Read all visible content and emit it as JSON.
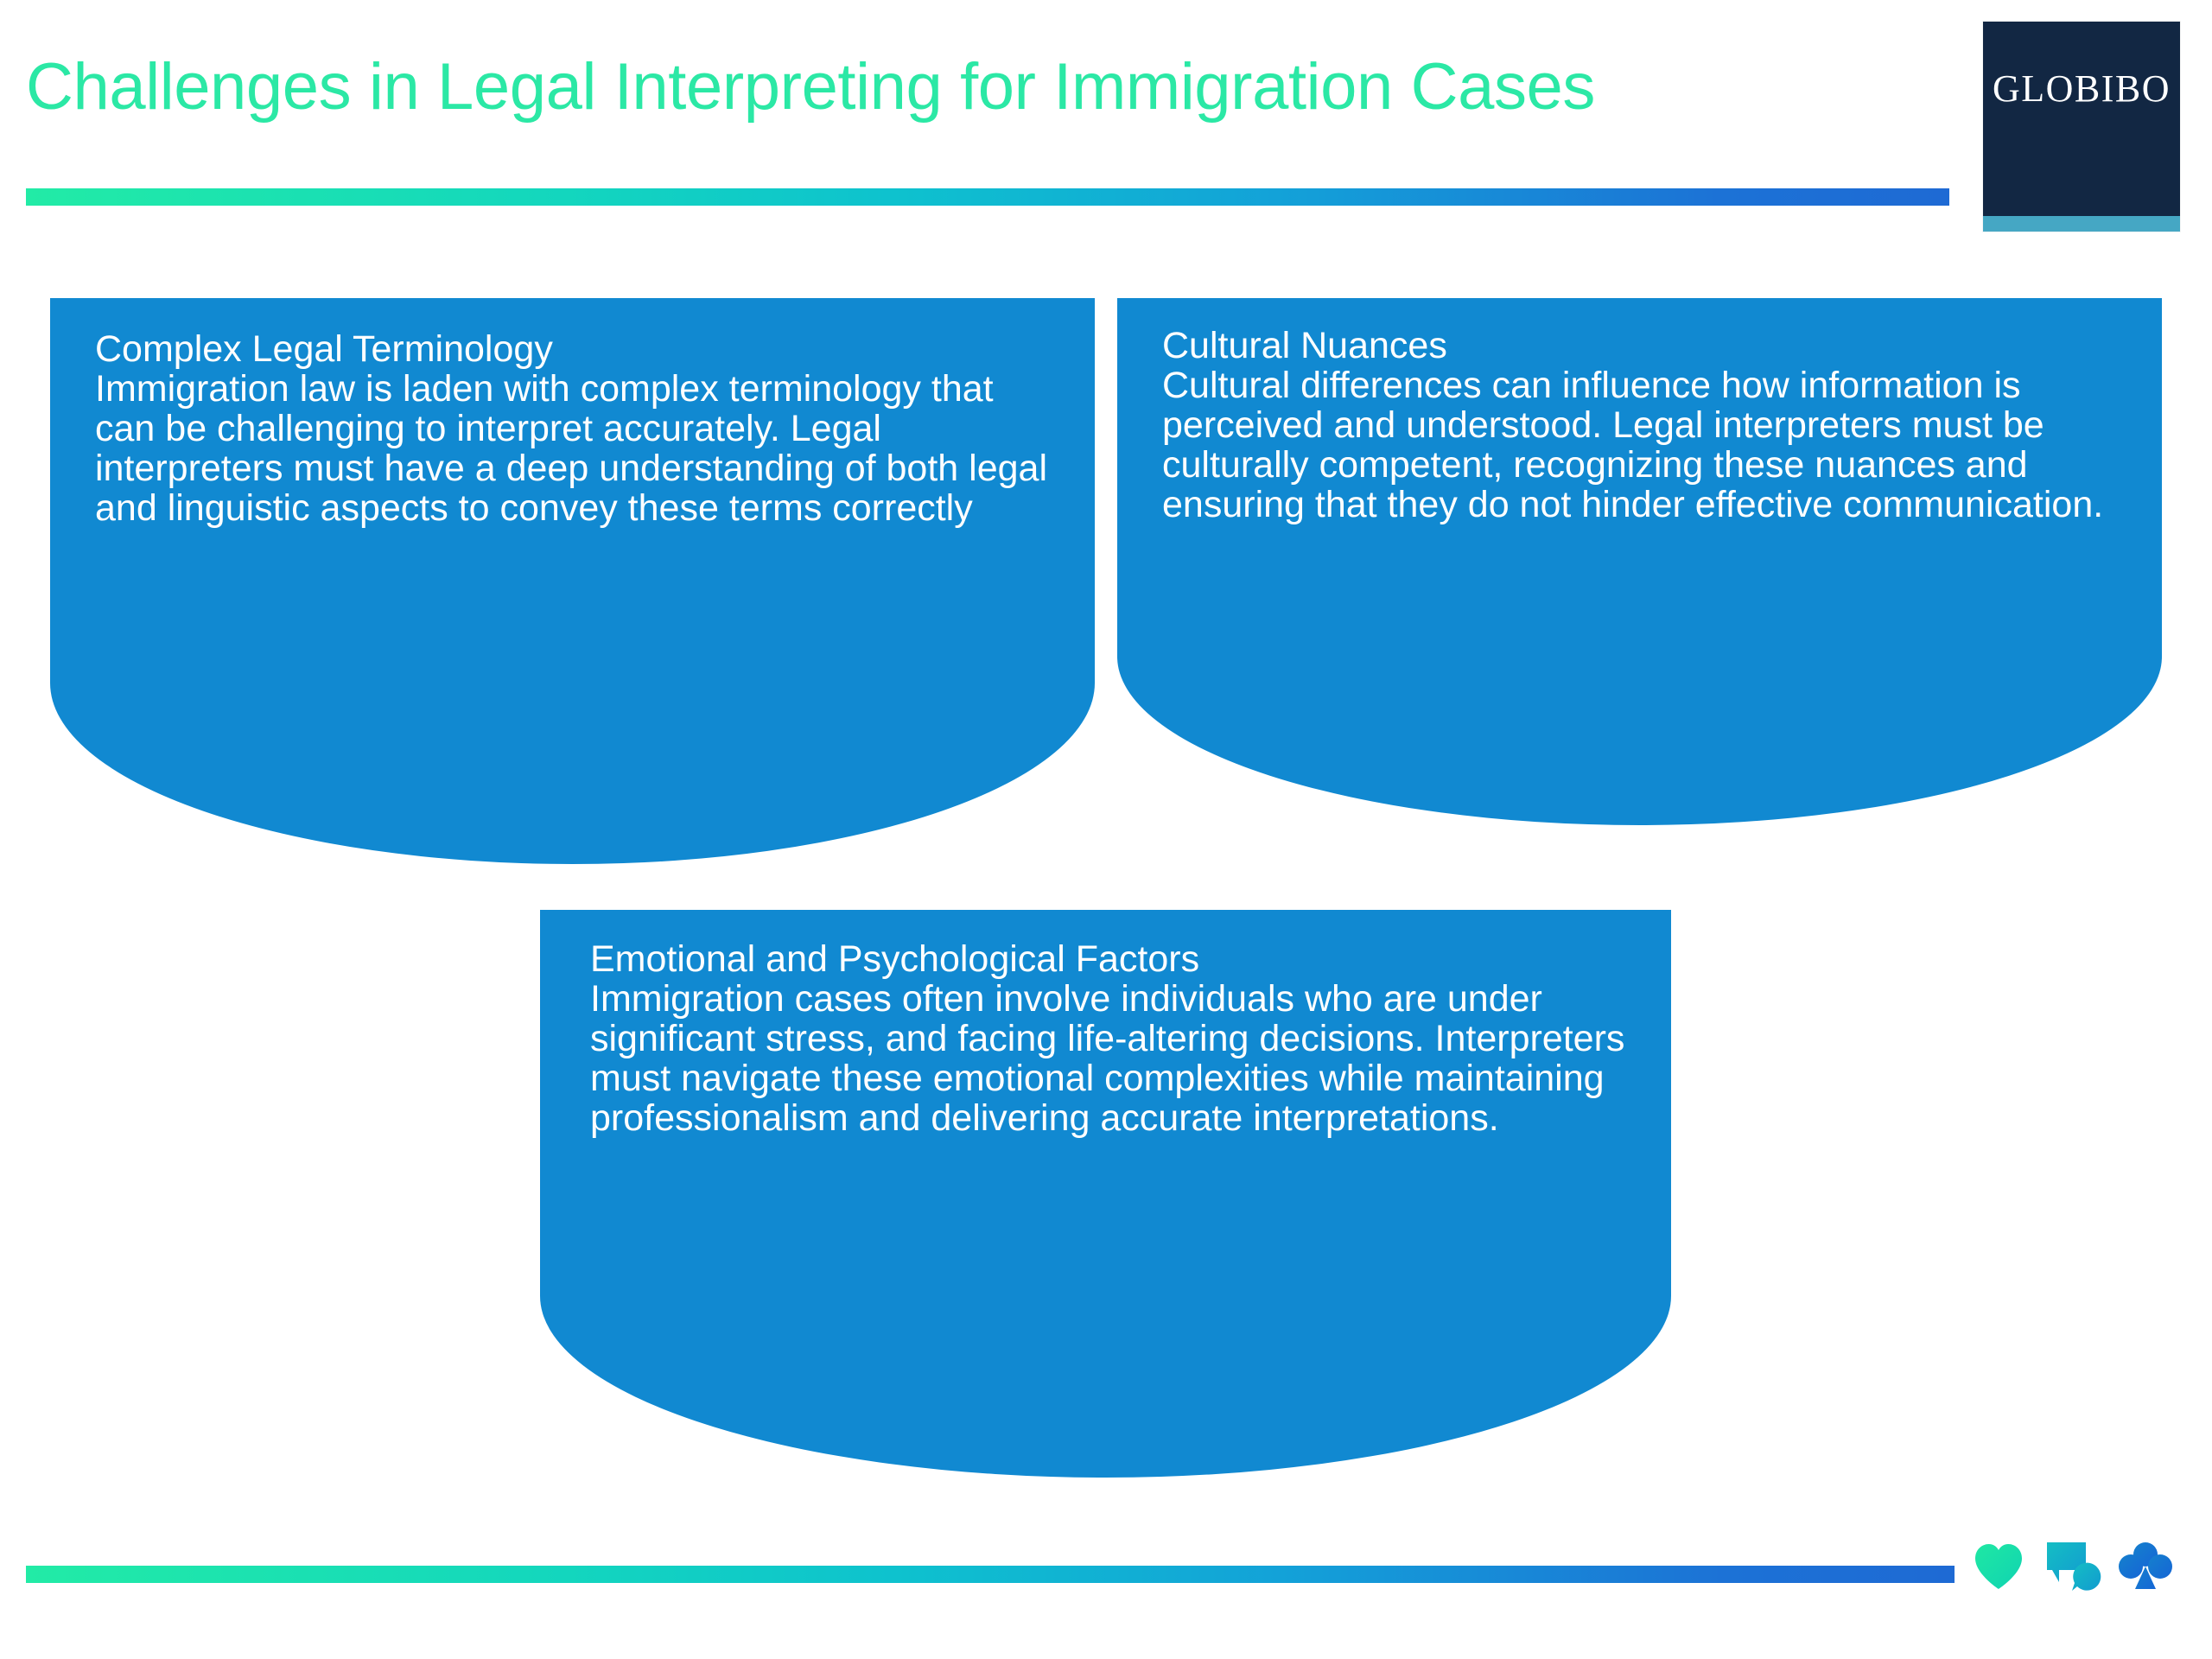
{
  "slide": {
    "title": "Challenges in Legal Interpreting for Immigration Cases",
    "background_color": "#FFFFFF",
    "title_color": "#2BE8A5",
    "accent_bar_gradient_start": "#22EBA6",
    "accent_bar_gradient_end": "#1E6AD4",
    "card_color": "#1189D1"
  },
  "logo": {
    "wordmark": "GLOBIBO",
    "background_color": "#122743",
    "strip_color": "#45A7C4"
  },
  "cards": [
    {
      "heading": "Complex Legal Terminology",
      "body": "Immigration law is laden with complex terminology that can be challenging to interpret accurately. Legal interpreters must have a deep understanding of both legal and linguistic aspects to convey these terms correctly"
    },
    {
      "heading": "Cultural Nuances",
      "body": "Cultural differences can influence how information is perceived and understood. Legal interpreters must be culturally competent, recognizing these nuances and ensuring that they do not hinder effective communication."
    },
    {
      "heading": "Emotional and Psychological Factors",
      "body": "Immigration cases often involve individuals who are under significant stress, and facing life-altering decisions. Interpreters must navigate these emotional complexities while maintaining professionalism and delivering accurate interpretations."
    }
  ],
  "footer": {
    "icons": [
      {
        "name": "heart-icon",
        "color": "#18E0A0"
      },
      {
        "name": "chat-bubbles-icon",
        "color": "#14B6C6"
      },
      {
        "name": "club-icon",
        "color": "#1476CE"
      }
    ]
  }
}
